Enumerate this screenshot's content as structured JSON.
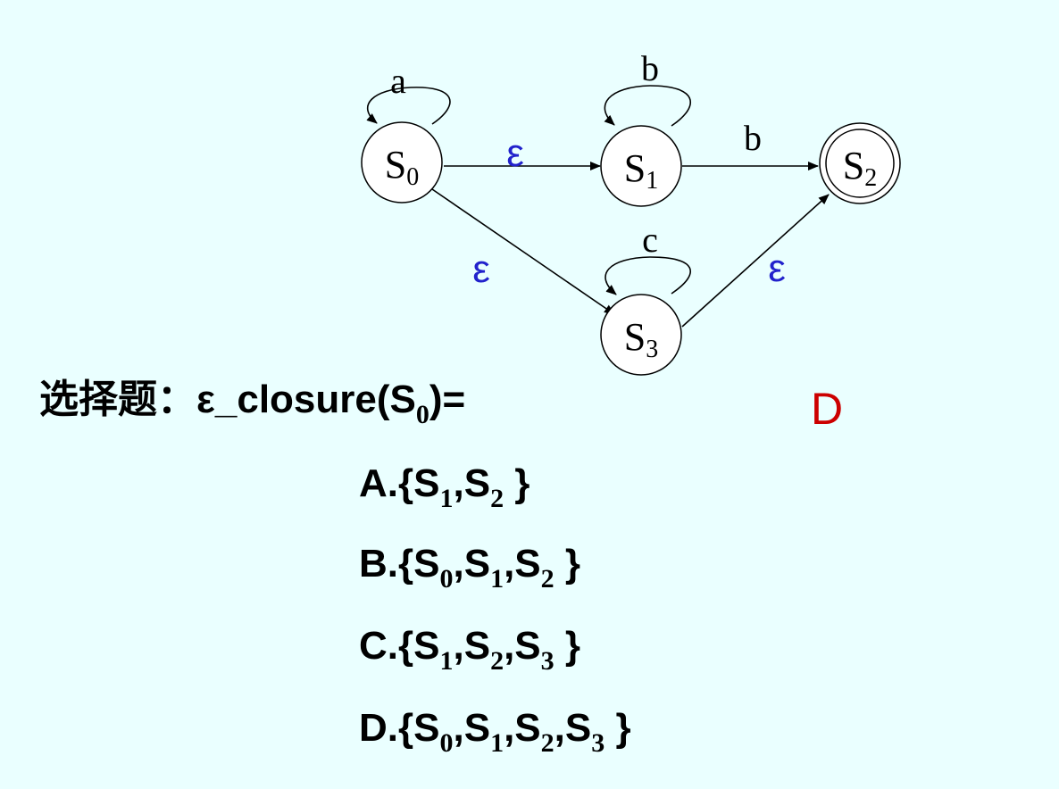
{
  "diagram": {
    "states": [
      {
        "id": "S0",
        "letter": "S",
        "sub": "0",
        "accepting": false
      },
      {
        "id": "S1",
        "letter": "S",
        "sub": "1",
        "accepting": false
      },
      {
        "id": "S2",
        "letter": "S",
        "sub": "2",
        "accepting": true
      },
      {
        "id": "S3",
        "letter": "S",
        "sub": "3",
        "accepting": false
      }
    ],
    "transitions": [
      {
        "from": "S0",
        "to": "S0",
        "label": "a"
      },
      {
        "from": "S1",
        "to": "S1",
        "label": "b"
      },
      {
        "from": "S3",
        "to": "S3",
        "label": "c"
      },
      {
        "from": "S0",
        "to": "S1",
        "label": "ε"
      },
      {
        "from": "S1",
        "to": "S2",
        "label": "b"
      },
      {
        "from": "S0",
        "to": "S3",
        "label": "ε"
      },
      {
        "from": "S3",
        "to": "S2",
        "label": "ε"
      }
    ],
    "colors": {
      "epsilon": "#2222cc",
      "answer": "#cc0000",
      "background": "#eaffff"
    }
  },
  "question": {
    "prefix": "选择题：",
    "expr": "ε_closure(S",
    "sub": "0",
    "suffix": ")="
  },
  "answer": "D",
  "options": [
    {
      "parts": [
        {
          "t": "A.{S"
        },
        {
          "s": "1"
        },
        {
          "t": ",S"
        },
        {
          "s": "2"
        },
        {
          "t": " }"
        }
      ]
    },
    {
      "parts": [
        {
          "t": "B.{S"
        },
        {
          "s": "0"
        },
        {
          "t": ",S"
        },
        {
          "s": "1"
        },
        {
          "t": ",S"
        },
        {
          "s": "2"
        },
        {
          "t": " }"
        }
      ]
    },
    {
      "parts": [
        {
          "t": "C.{S"
        },
        {
          "s": "1"
        },
        {
          "t": ",S"
        },
        {
          "s": "2"
        },
        {
          "t": ",S"
        },
        {
          "s": "3"
        },
        {
          "t": " }"
        }
      ]
    },
    {
      "parts": [
        {
          "t": "D.{S"
        },
        {
          "s": "0"
        },
        {
          "t": ",S"
        },
        {
          "s": "1"
        },
        {
          "t": ",S"
        },
        {
          "s": "2"
        },
        {
          "t": ",S"
        },
        {
          "s": "3"
        },
        {
          "t": " }"
        }
      ]
    }
  ]
}
